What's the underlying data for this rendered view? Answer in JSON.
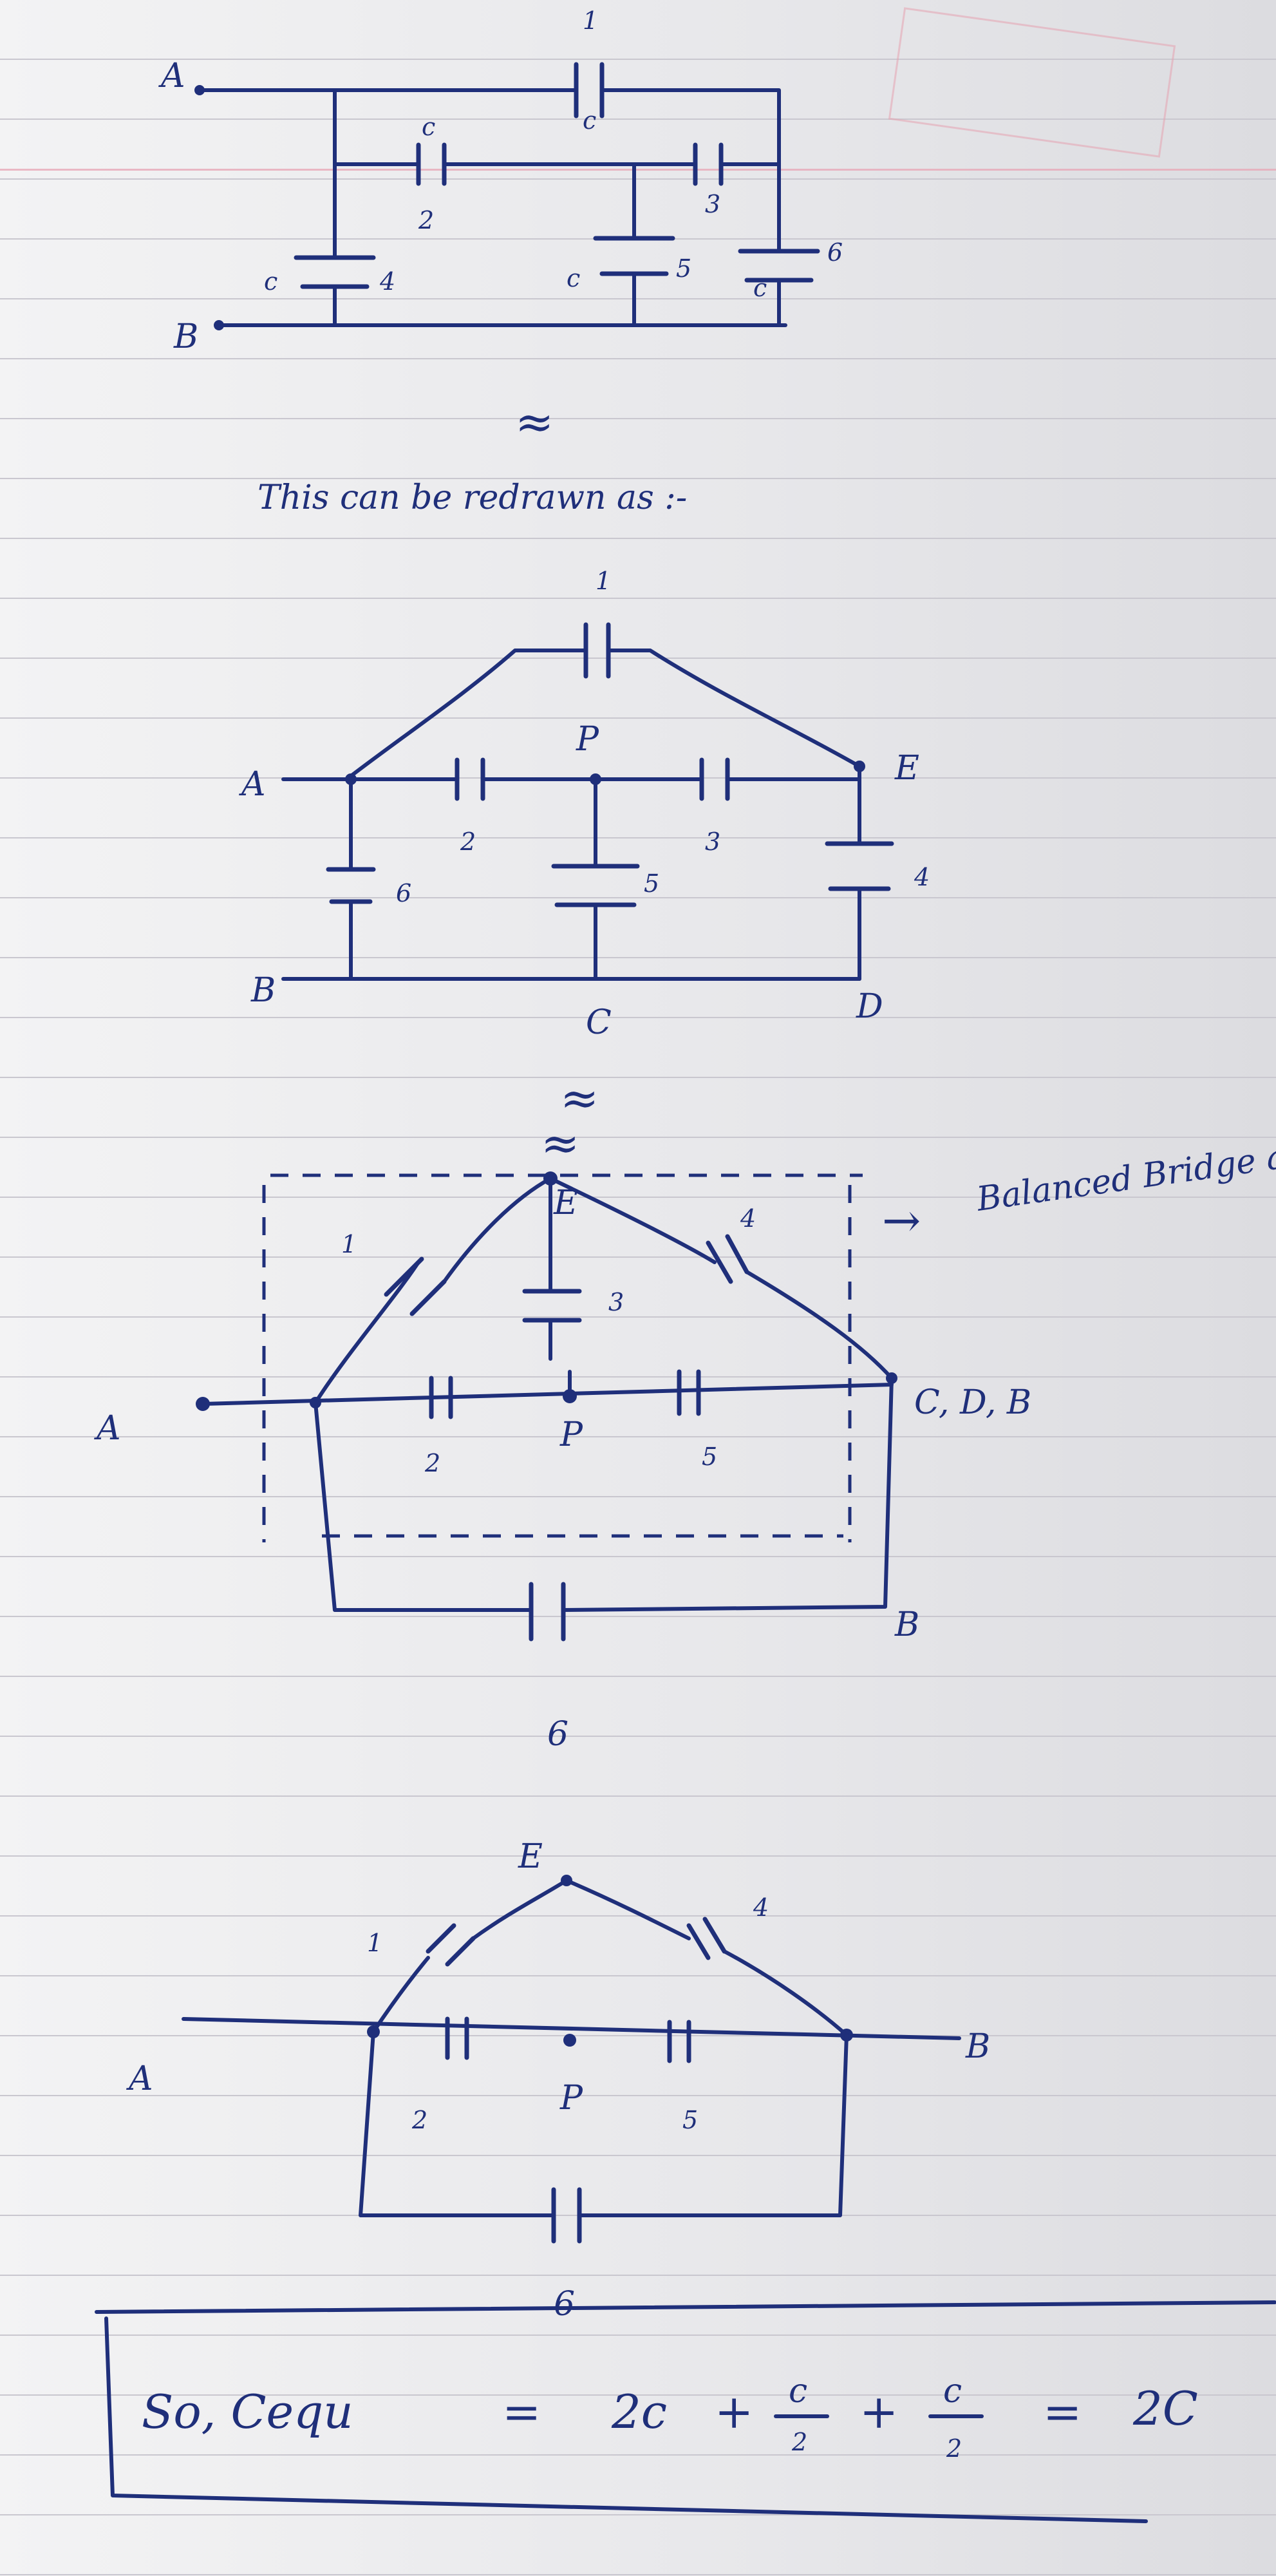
{
  "caption_text": "This can be redrawn as :-",
  "annotation_text": "Balanced Bridge arrangement",
  "final_equation": {
    "lhs": "So, Cequ",
    "equals": "=",
    "term1": "2c",
    "plus": "+",
    "term2_num": "c",
    "term2_den": "2",
    "term3_num": "c",
    "term3_den": "2",
    "result": "2C"
  },
  "node_labels": {
    "a": "A",
    "b": "B",
    "c": "C",
    "d": "D",
    "e": "E",
    "p": "P",
    "cdb": "C, D, B"
  },
  "capacitor_numbers": [
    "1",
    "2",
    "3",
    "4",
    "5",
    "6"
  ],
  "capacitor_value": "c",
  "symbols": {
    "equivalent": "≈",
    "arrow": "→"
  },
  "colors": {
    "ink": "#1f2f7a",
    "paper": "#efeff1",
    "rule": "#c9c7cf",
    "margin": "#e7a9b8"
  }
}
